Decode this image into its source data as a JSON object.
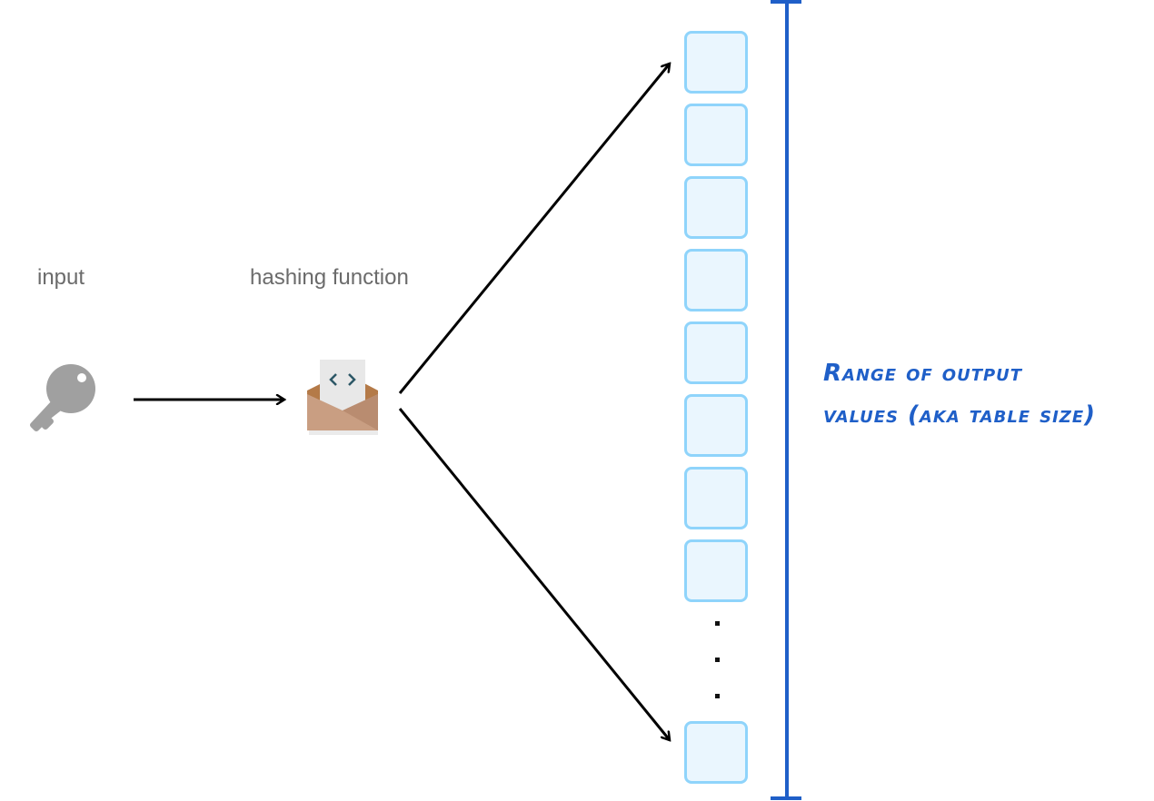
{
  "input_label": "input",
  "hash_label": "hashing function",
  "range_label_line1": "Range of output",
  "range_label_line2": "values (aka table size)",
  "slot_count_visible": 9,
  "colors": {
    "slot_border": "#8fd4fb",
    "slot_fill": "#eaf6fe",
    "bracket": "#1f5fc8",
    "key": "#a0a0a0"
  }
}
